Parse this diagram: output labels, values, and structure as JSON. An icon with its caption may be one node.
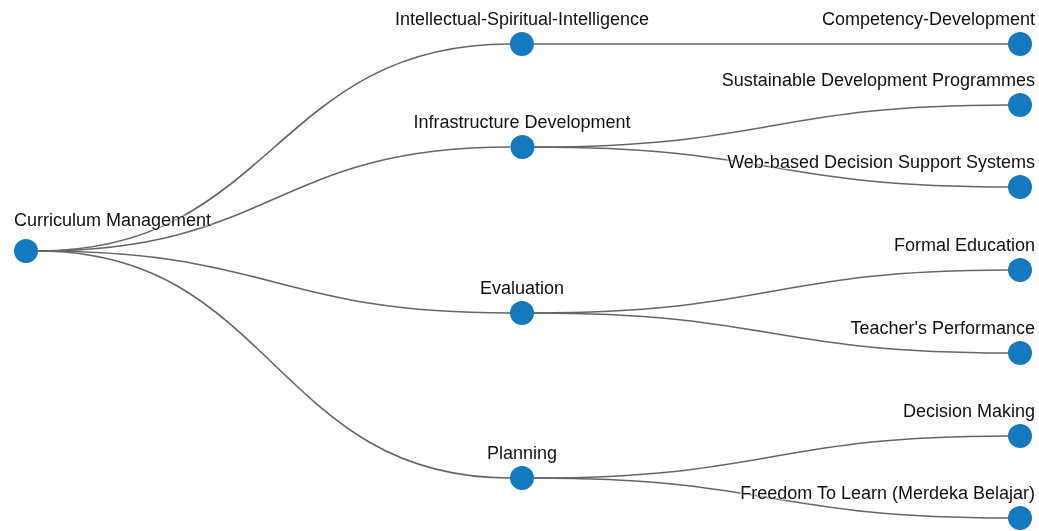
{
  "diagram": {
    "nodes": [
      {
        "text": [
          "Curriculum Management"
        ]
      },
      {
        "text": [
          "Intellectual-Spiritual-Intelligence"
        ]
      },
      {
        "text": [
          "Competency-Development"
        ]
      },
      {
        "text": [
          "Infrastructure Development"
        ]
      },
      {
        "text": [
          "Sustainable Development Programmes"
        ]
      },
      {
        "text": [
          "Web-based Decision Support Systems"
        ]
      },
      {
        "text": [
          "Evaluation"
        ]
      },
      {
        "text": [
          "Formal Education"
        ]
      },
      {
        "text": [
          "Teacher's Performance"
        ]
      },
      {
        "text": [
          "Planning"
        ]
      },
      {
        "text": [
          "Decision Making"
        ]
      },
      {
        "text": [
          "Freedom To Learn (Merdeka Belajar)"
        ]
      }
    ],
    "edges": [
      {
        "from": 0,
        "to": 1,
        "arrow": "none"
      },
      {
        "from": 1,
        "to": 2,
        "arrow": "none"
      },
      {
        "from": 0,
        "to": 3,
        "arrow": "none"
      },
      {
        "from": 3,
        "to": 4,
        "arrow": "none"
      },
      {
        "from": 3,
        "to": 5,
        "arrow": "none"
      },
      {
        "from": 0,
        "to": 6,
        "arrow": "none"
      },
      {
        "from": 6,
        "to": 7,
        "arrow": "none"
      },
      {
        "from": 6,
        "to": 8,
        "arrow": "none"
      },
      {
        "from": 0,
        "to": 9,
        "arrow": "none"
      },
      {
        "from": 9,
        "to": 10,
        "arrow": "none"
      },
      {
        "from": 9,
        "to": 11,
        "arrow": "none"
      }
    ]
  }
}
